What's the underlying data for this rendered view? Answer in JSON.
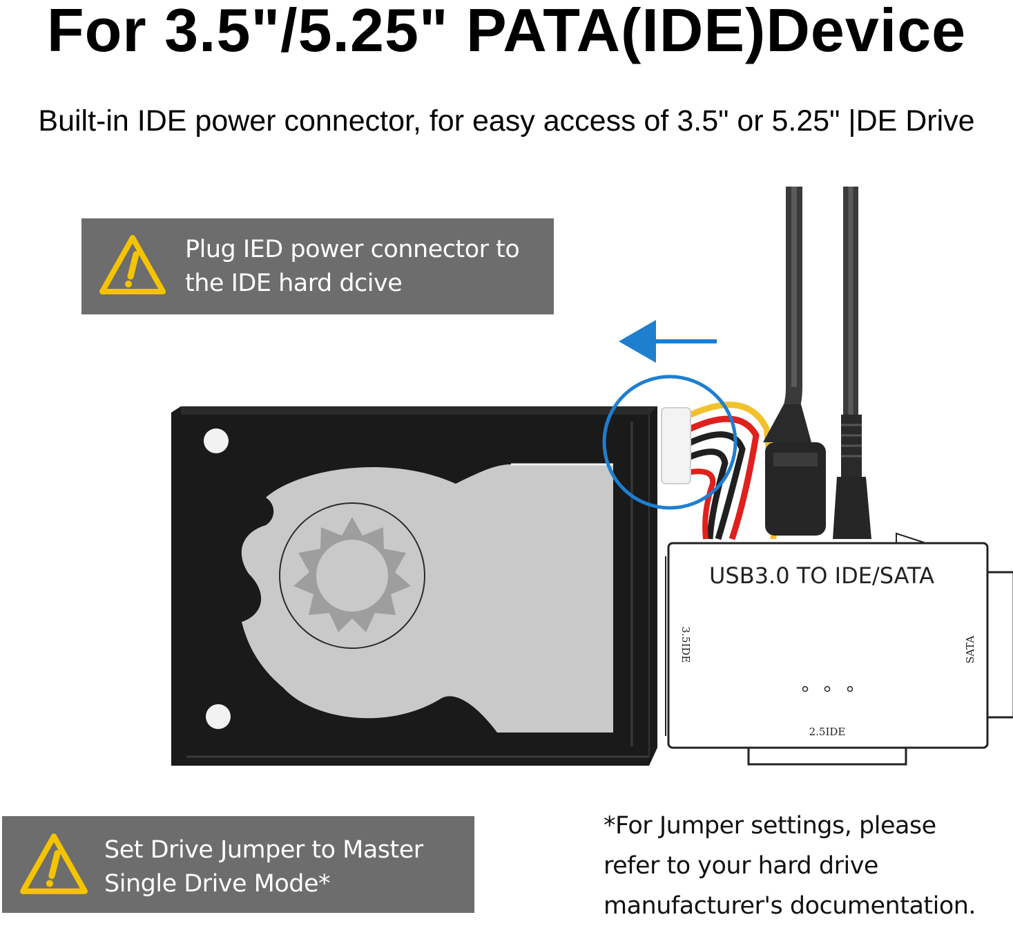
{
  "header": {
    "title": "For 3.5\"/5.25\" PATA(IDE)Device",
    "subtitle": "Built-in IDE power connector, for easy access of 3.5\" or 5.25\" |DE Drive"
  },
  "callouts": {
    "power": {
      "line1": "Plug IED power connector to",
      "line2": "the IDE hard dcive"
    },
    "jumper": {
      "line1": "Set Drive Jumper to Master",
      "line2": "Single Drive Mode*"
    }
  },
  "adapter": {
    "title": "USB3.0 TO IDE/SATA",
    "port_left": "3.5IDE",
    "port_right": "SATA",
    "port_bottom": "2.5IDE"
  },
  "note": {
    "line1": "*For Jumper settings, please",
    "line2": "refer to your hard drive",
    "line3": "manufacturer's documentation."
  },
  "colors": {
    "callout_bg": "#6d6d6d",
    "warning_yellow": "#f5c400",
    "arrow_blue": "#1e7fcf",
    "drive_black": "#1a1a1a",
    "platter_silver": "#c9c9c9",
    "wire_yellow": "#f2c12e",
    "wire_red": "#e0201c",
    "wire_black": "#202020"
  },
  "icons": [
    "warning-triangle-icon",
    "left-arrow-icon",
    "highlight-circle-icon"
  ]
}
